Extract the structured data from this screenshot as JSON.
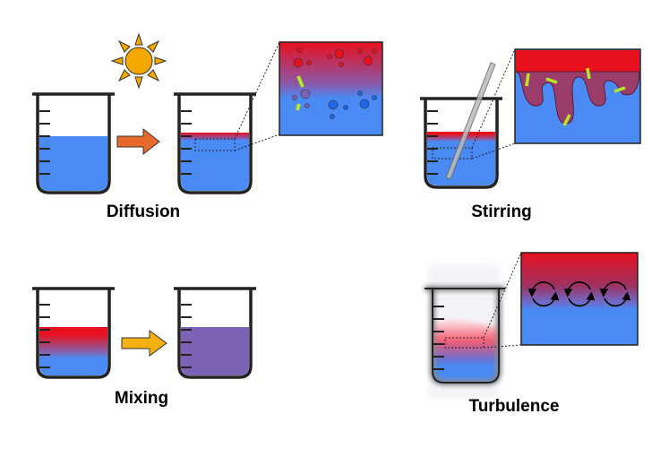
{
  "labels": {
    "diffusion": "Diffusion",
    "stirring": "Stirring",
    "mixing": "Mixing",
    "turbulence": "Turbulence"
  },
  "colors": {
    "red": "#e8101e",
    "blue": "#4a8af5",
    "purple": "#7b62b4",
    "orange_arrow": "#e8692e",
    "yellow_arrow": "#f5b10f",
    "sun": "#f5a800",
    "green_arrow": "#b8e62a"
  }
}
